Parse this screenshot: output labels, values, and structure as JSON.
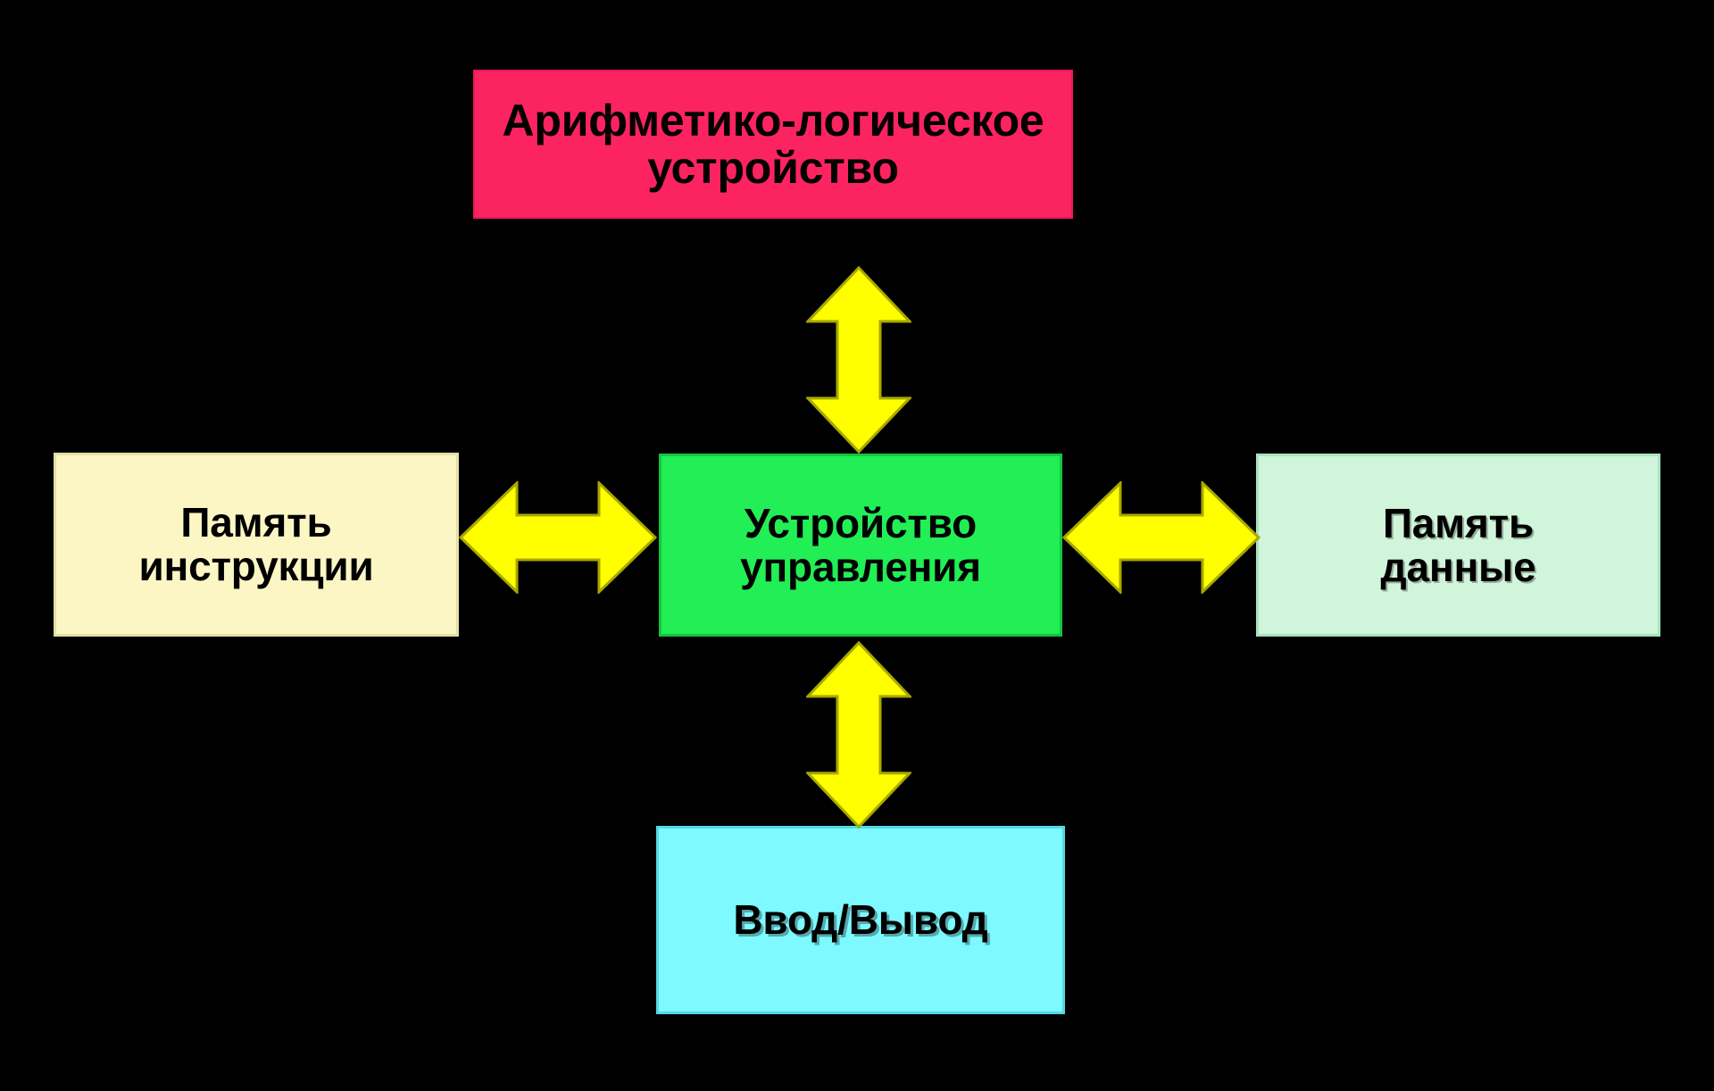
{
  "diagram": {
    "title": "Computer architecture block diagram",
    "background_color": "#000000",
    "arrow_color": "#FFFF00",
    "arrow_outline_color": "#A8A800",
    "nodes": [
      {
        "id": "alu",
        "label": "Арифметико-логическое\nустройство",
        "fill": "#FC2361",
        "border": "#E8175A",
        "text_color": "#000000"
      },
      {
        "id": "control",
        "label": "Устройство\nуправления",
        "fill": "#22EE55",
        "border": "#13C63F",
        "text_color": "#000000"
      },
      {
        "id": "instruction_memory",
        "label": "Память\nинструкции",
        "fill": "#FCF6C4",
        "border": "#E4DFA6",
        "text_color": "#000000"
      },
      {
        "id": "data_memory",
        "label": "Память\nданные",
        "fill": "#D1F5DA",
        "border": "#A9E3C0",
        "text_color": "#000000"
      },
      {
        "id": "io",
        "label": "Ввод/Вывод",
        "fill": "#7DF9FF",
        "border": "#55D8E4",
        "text_color": "#000000"
      }
    ],
    "connections": [
      {
        "id": "alu-control",
        "from": "control",
        "to": "alu",
        "direction": "bidirectional",
        "orientation": "vertical"
      },
      {
        "id": "instrmem-control",
        "from": "instruction_memory",
        "to": "control",
        "direction": "bidirectional",
        "orientation": "horizontal"
      },
      {
        "id": "control-datamem",
        "from": "control",
        "to": "data_memory",
        "direction": "bidirectional",
        "orientation": "horizontal"
      },
      {
        "id": "control-io",
        "from": "control",
        "to": "io",
        "direction": "bidirectional",
        "orientation": "vertical"
      }
    ]
  }
}
